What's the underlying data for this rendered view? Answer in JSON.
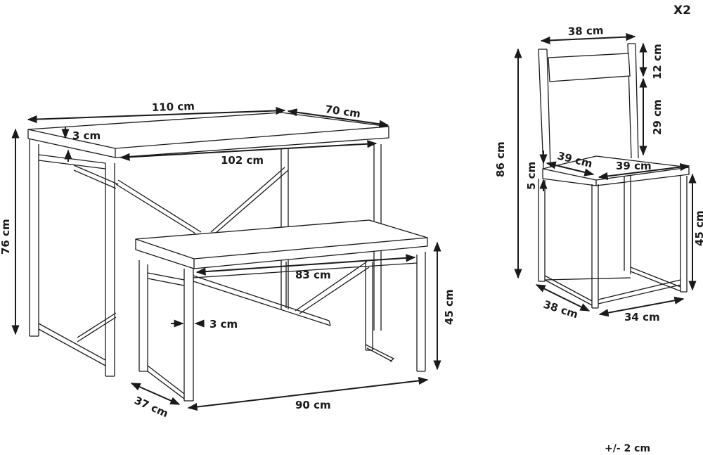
{
  "colors": {
    "line": "#1a1a1a",
    "background": "#ffffff"
  },
  "header": {
    "quantity": "X2"
  },
  "footer": {
    "tolerance": "+/- 2 cm"
  },
  "table": {
    "width": "110 cm",
    "depth": "70 cm",
    "top_thickness": "3 cm",
    "inner_width": "102 cm",
    "height": "76 cm"
  },
  "bench": {
    "inner_width": "83 cm",
    "leg_thickness": "3 cm",
    "height": "45 cm",
    "depth": "37 cm",
    "width": "90 cm"
  },
  "chair": {
    "back_width": "38 cm",
    "back_top_height": "12 cm",
    "back_gap_height": "29 cm",
    "total_height": "86 cm",
    "seat_thickness": "5 cm",
    "seat_depth": "39 cm",
    "seat_width": "39 cm",
    "seat_height": "45 cm",
    "base_depth": "38 cm",
    "base_width": "34 cm"
  }
}
